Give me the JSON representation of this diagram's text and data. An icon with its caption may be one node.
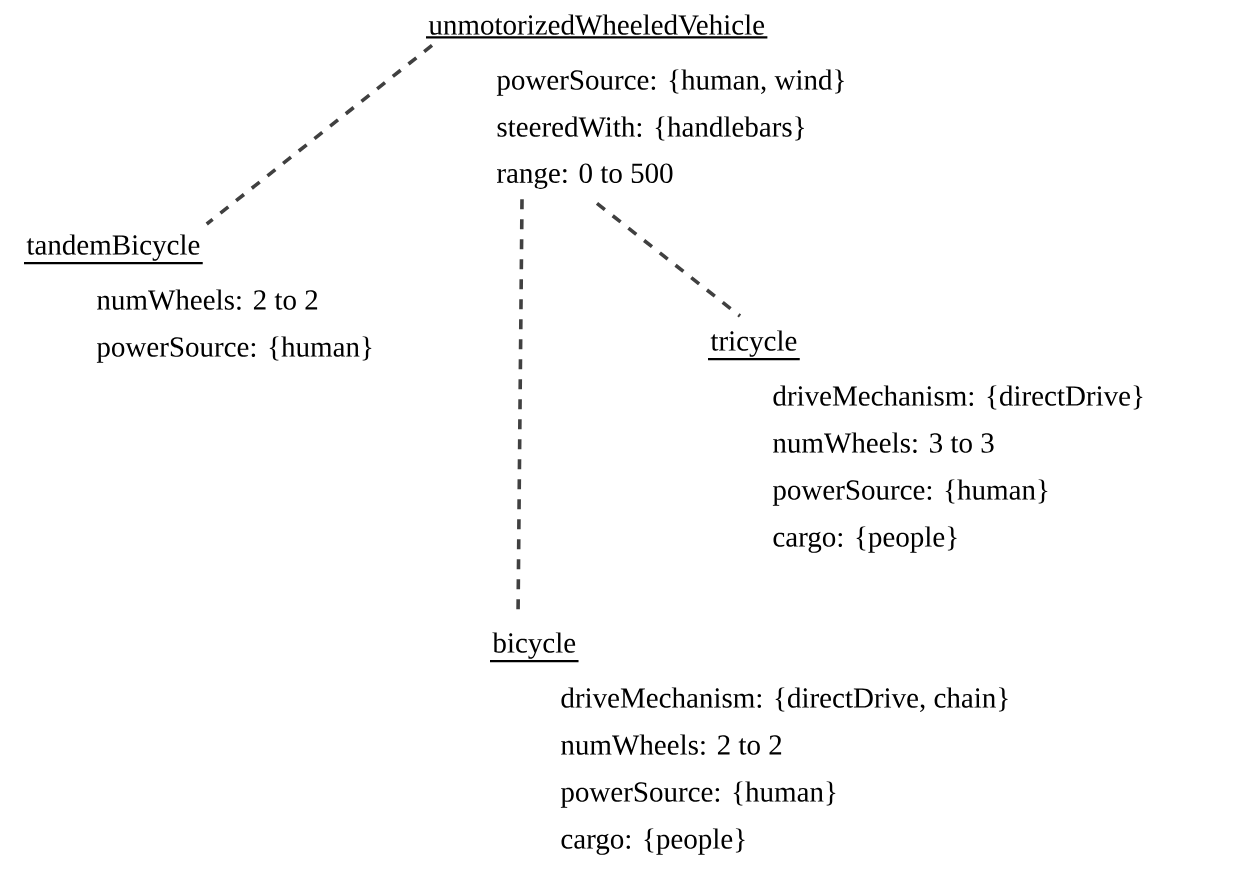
{
  "diagram": {
    "nodes": [
      {
        "text": [
          "unmotorizedWheeledVehicle",
          "powerSource: {human, wind}",
          "steeredWith: {handlebars}",
          "range: 0 to 500"
        ]
      },
      {
        "text": [
          "tandemBicycle",
          "numWheels: 2 to 2",
          "powerSource: {human}"
        ]
      },
      {
        "text": [
          "tricycle",
          "driveMechanism: {directDrive}",
          "numWheels: 3 to 3",
          "powerSource: {human}",
          "cargo: {people}"
        ]
      },
      {
        "text": [
          "bicycle",
          "driveMechanism: {directDrive, chain}",
          "numWheels: 2 to 2",
          "powerSource: {human}",
          "cargo: {people}"
        ]
      }
    ],
    "edges": [
      {
        "from": 0,
        "to": 1,
        "arrow": "none",
        "style": "dashed"
      },
      {
        "from": 0,
        "to": 2,
        "arrow": "none",
        "style": "dashed"
      },
      {
        "from": 0,
        "to": 3,
        "arrow": "none",
        "style": "dashed"
      }
    ]
  }
}
